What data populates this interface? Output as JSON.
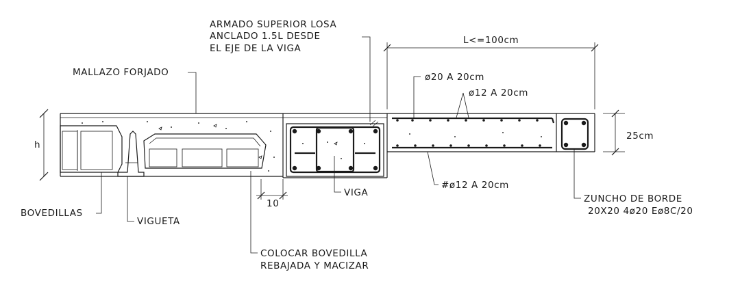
{
  "labels": {
    "armado": [
      "ARMADO SUPERIOR LOSA",
      "ANCLADO 1.5L DESDE",
      "EL EJE DE LA VIGA"
    ],
    "mallazo": "MALLAZO FORJADO",
    "span": "L<=100cm",
    "bar_top": "ø20 A 20cm",
    "bar_mid": "ø12 A 20cm",
    "height": "h",
    "thickness": "25cm",
    "bovedillas": "BOVEDILLAS",
    "vigueta": "VIGUETA",
    "ten": "10",
    "viga": "VIGA",
    "mesh": "#ø12 A 20cm",
    "zuncho": [
      "ZUNCHO DE BORDE",
      "20X20 4ø20 Eø8C/20"
    ],
    "colocar": [
      "COLOCAR BOVEDILLA",
      "REBAJADA Y MACIZAR"
    ]
  }
}
